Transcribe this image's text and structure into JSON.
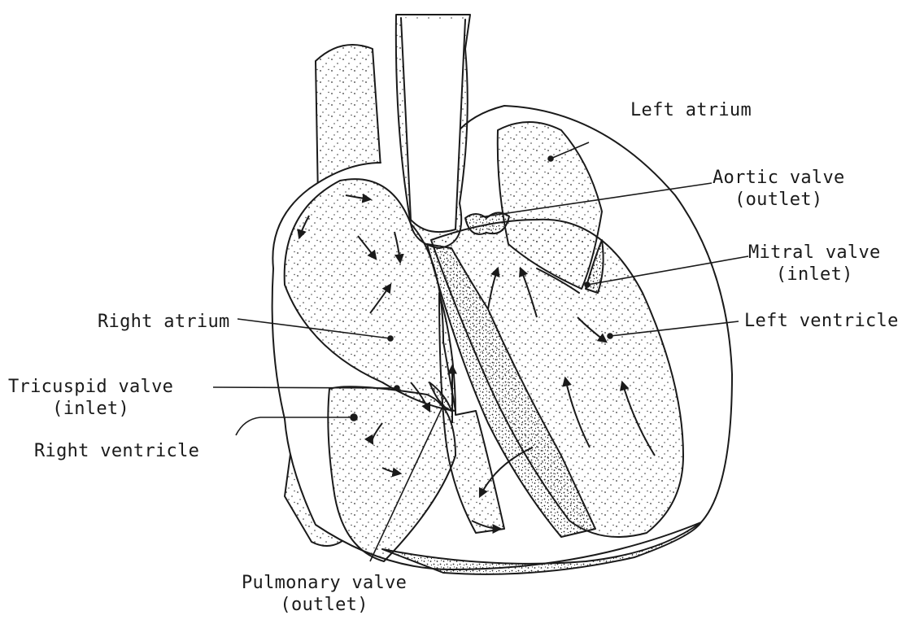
{
  "labels": {
    "left_atrium": "Left atrium",
    "aortic_valve_1": "Aortic valve",
    "aortic_valve_2": "(outlet)",
    "mitral_valve_1": "Mitral valve",
    "mitral_valve_2": "(inlet)",
    "left_ventricle": "Left ventricle",
    "right_atrium": "Right atrium",
    "tricuspid_valve_1": "Tricuspid valve",
    "tricuspid_valve_2": "(inlet)",
    "right_ventricle": "Right ventricle",
    "pulmonary_valve_1": "Pulmonary valve",
    "pulmonary_valve_2": "(outlet)"
  },
  "colors": {
    "ink": "#1a1a1a",
    "background": "#ffffff"
  }
}
